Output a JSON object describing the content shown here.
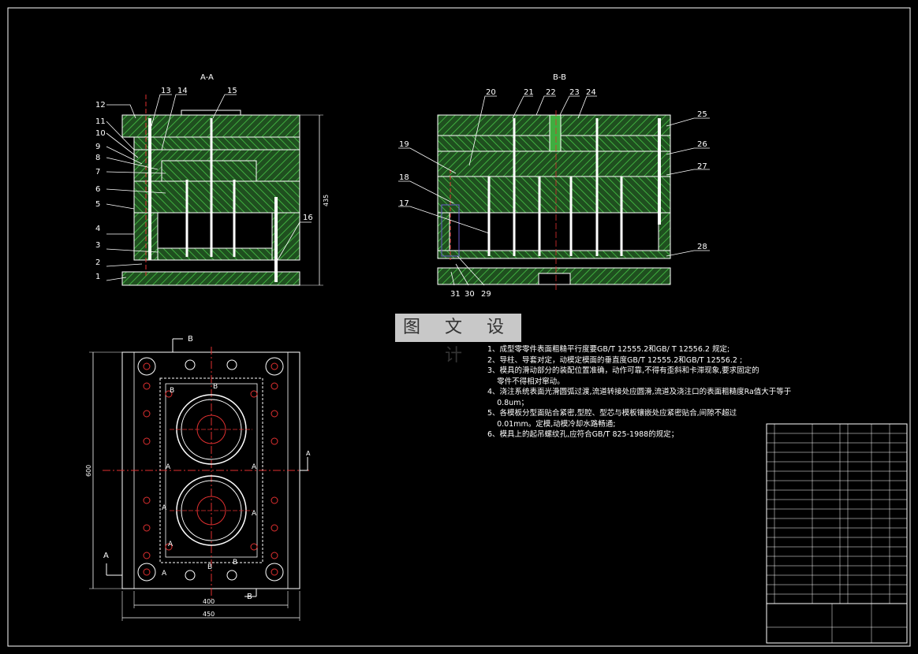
{
  "sections": {
    "aa": "A-A",
    "bb": "B-B"
  },
  "callouts_aa": [
    "1",
    "2",
    "3",
    "4",
    "5",
    "6",
    "7",
    "8",
    "9",
    "10",
    "11",
    "12",
    "13",
    "14",
    "15",
    "16"
  ],
  "callouts_bb": [
    "17",
    "18",
    "19",
    "20",
    "21",
    "22",
    "23",
    "24",
    "25",
    "26",
    "27",
    "28",
    "29",
    "30",
    "31"
  ],
  "dimensions": {
    "height_total": "435",
    "plan_height": "600",
    "plan_inner_width": "400",
    "plan_outer_width": "450"
  },
  "cut_labels": {
    "a": "A",
    "b": "B"
  },
  "watermark": "图 文 设 计",
  "notes": [
    "1、成型零零件表面粗糙平行度要GB/T 12555.2和GB/ T 12556.2 规定;",
    "2、导柱、导套对定，动模定模面的垂直度GB/T 12555.2和GB/T 12556.2 ;",
    "3、模具的滑动部分的装配位置准确，动作可靠,不得有歪斜和卡滞现象,要求固定的",
    "    零件不得相对窜动。",
    "4、浇注系统表面光滑圆弧过渡,流道转接处应圆滑,流道及浇注口的表面粗糙度Ra值大于等于",
    "    0.8um；",
    "5、各模板分型面贴合紧密,型腔、型芯与模板镶嵌处应紧密贴合,间隙不超过",
    "    0.01mm。定模,动模冷却水路畅通;",
    "6、模具上的起吊螺纹孔,应符合GB/T 825-1988的规定；"
  ],
  "colors": {
    "hatch": "#3fae3f",
    "frame": "#ffffff",
    "dim": "#ffffff",
    "red": "#e03030",
    "background": "#000000"
  }
}
